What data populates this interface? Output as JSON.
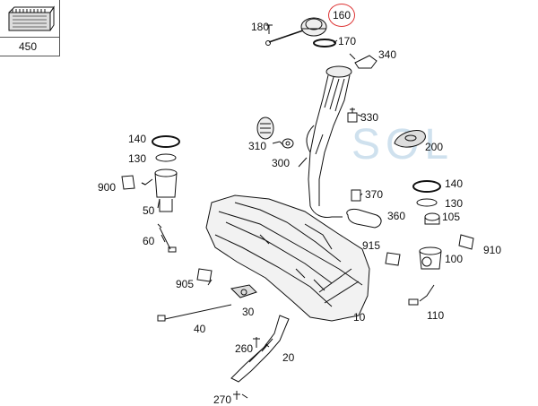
{
  "inset": {
    "part_number": "450"
  },
  "watermark": {
    "text": "SOL"
  },
  "highlight_color": "#dd3333",
  "labels": {
    "p160": "160",
    "p180": "180",
    "p170": "170",
    "p340": "340",
    "p330": "330",
    "p310": "310",
    "p300": "300",
    "p200": "200",
    "p140a": "140",
    "p130a": "130",
    "p900": "900",
    "p50": "50",
    "p60": "60",
    "p370": "370",
    "p360": "360",
    "p140b": "140",
    "p130b": "130",
    "p105": "105",
    "p915": "915",
    "p910": "910",
    "p100": "100",
    "p905": "905",
    "p30": "30",
    "p40": "40",
    "p10": "10",
    "p110": "110",
    "p260": "260",
    "p20": "20",
    "p270": "270"
  }
}
